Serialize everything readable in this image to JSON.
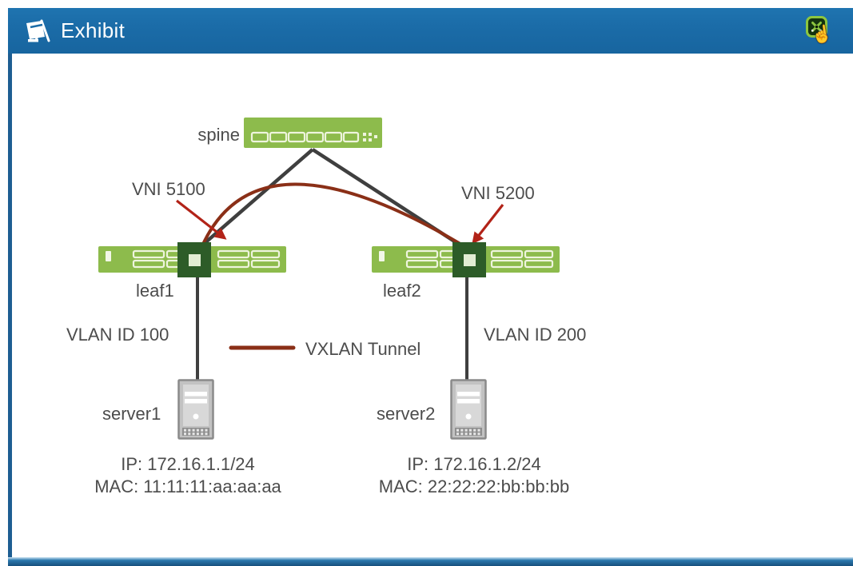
{
  "window": {
    "title": "Exhibit",
    "titlebar_color": "#1b6ca8",
    "icons": {
      "logo": "exhibit-easel-icon",
      "action": "maximize-window-icon",
      "cursor": "hand-cursor-icon"
    }
  },
  "diagram": {
    "spine": {
      "label": "spine"
    },
    "leaf1": {
      "label": "leaf1",
      "vni": "VNI 5100",
      "vlan": "VLAN ID 100"
    },
    "leaf2": {
      "label": "leaf2",
      "vni": "VNI 5200",
      "vlan": "VLAN ID 200"
    },
    "server1": {
      "label": "server1",
      "ip": "IP: 172.16.1.1/24",
      "mac": "MAC: 11:11:11:aa:aa:aa"
    },
    "server2": {
      "label": "server2",
      "ip": "IP: 172.16.1.2/24",
      "mac": "MAC: 22:22:22:bb:bb:bb"
    },
    "legend": {
      "label": "VXLAN Tunnel"
    },
    "colors": {
      "switch_green": "#8dbb4c",
      "module_green": "#2d5c28",
      "link_gray": "#3f3f3f",
      "tunnel_red": "#8a2f17",
      "arrow_red": "#b22318",
      "label_gray": "#4c4c4c"
    }
  }
}
